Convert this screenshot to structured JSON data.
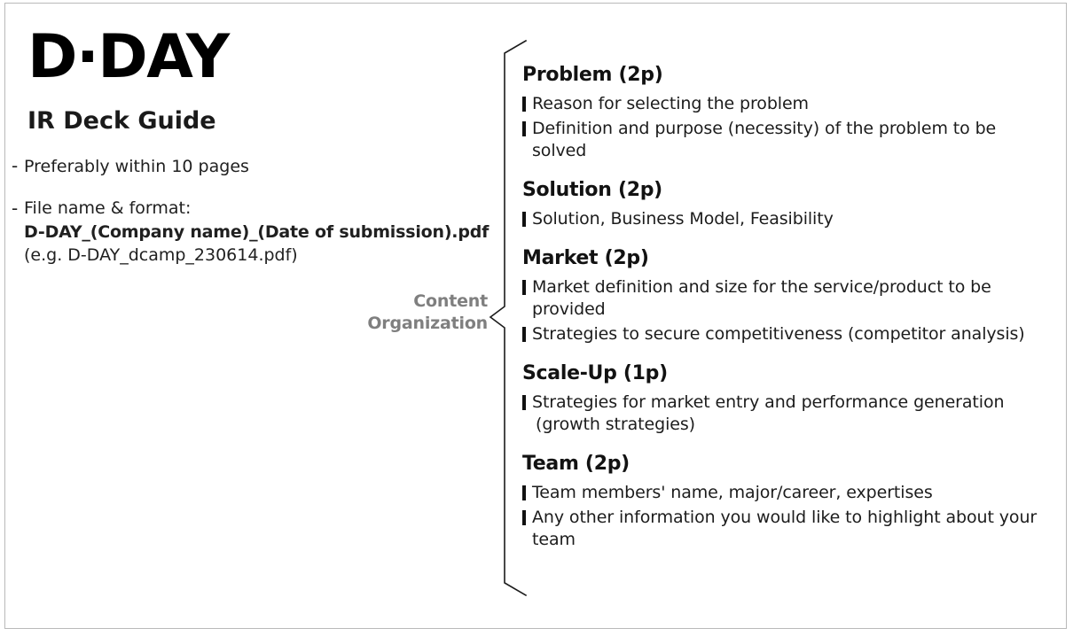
{
  "page": {
    "brand_logo": "D·DAY",
    "subtitle": "IR Deck Guide"
  },
  "notes": [
    {
      "dash": "-",
      "lines": [
        {
          "text": "Preferably within 10 pages",
          "style": "normal"
        }
      ]
    },
    {
      "dash": "-",
      "lines": [
        {
          "text": "File name & format:",
          "style": "normal"
        },
        {
          "text": "D-DAY_(Company name)_(Date of submission).pdf",
          "style": "bold"
        },
        {
          "text": "(e.g. D-DAY_dcamp_230614.pdf)",
          "style": "sub"
        }
      ]
    }
  ],
  "callout": {
    "label_line1": "Content",
    "label_line2": "Organization",
    "color": "#7f7f7f"
  },
  "outline": {
    "sections": [
      {
        "heading": "Problem (2p)",
        "bullets": [
          {
            "text": "Reason for selecting the problem",
            "continuation": ""
          },
          {
            "text": "Definition and purpose (necessity) of the problem to be solved",
            "continuation": ""
          }
        ]
      },
      {
        "heading": "Solution (2p)",
        "bullets": [
          {
            "text": "Solution, Business Model, Feasibility",
            "continuation": ""
          }
        ]
      },
      {
        "heading": "Market (2p)",
        "bullets": [
          {
            "text": "Market definition and size for the service/product to be provided",
            "continuation": ""
          },
          {
            "text": "Strategies to secure competitiveness (competitor analysis)",
            "continuation": ""
          }
        ]
      },
      {
        "heading": "Scale-Up (1p)",
        "bullets": [
          {
            "text": "Strategies for market entry and performance generation",
            "continuation": "(growth strategies)"
          }
        ]
      },
      {
        "heading": "Team (2p)",
        "bullets": [
          {
            "text": "Team members' name, major/career, expertises",
            "continuation": ""
          },
          {
            "text": "Any other information you would like to highlight about your team",
            "continuation": ""
          }
        ]
      }
    ]
  },
  "colors": {
    "text": "#1c1c1c",
    "heading": "#121212",
    "muted": "#7f7f7f",
    "border": "#b9b9b9",
    "bullet": "#111111"
  }
}
